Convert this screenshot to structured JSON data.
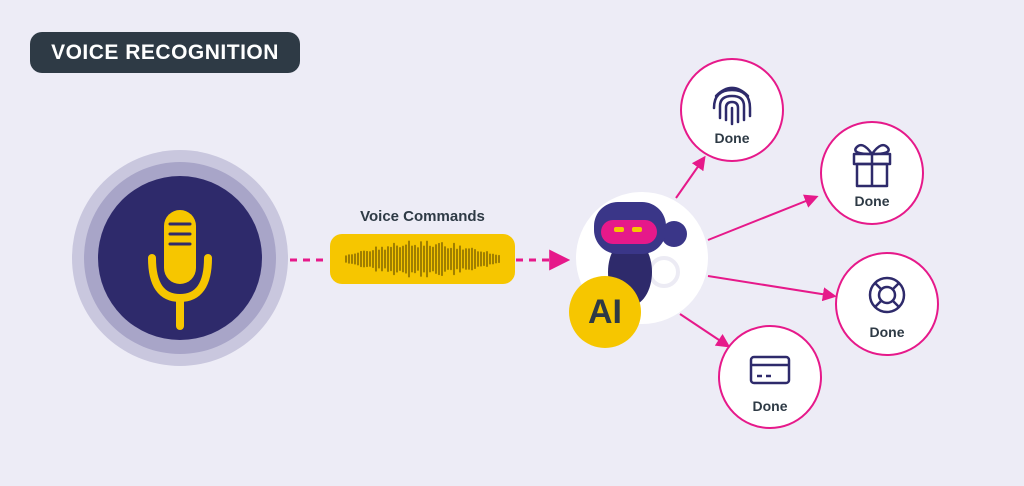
{
  "header": {
    "title": "VOICE RECOGNITION"
  },
  "flow": {
    "input_icon": "microphone-icon",
    "wave_label": "Voice Commands",
    "processor_icon": "robot-icon",
    "processor_badge": "AI"
  },
  "outputs": [
    {
      "icon": "fingerprint-icon",
      "label": "Done"
    },
    {
      "icon": "gift-icon",
      "label": "Done"
    },
    {
      "icon": "lifebuoy-icon",
      "label": "Done"
    },
    {
      "icon": "credit-card-icon",
      "label": "Done"
    }
  ],
  "colors": {
    "background": "#edecf6",
    "accent": "#e6198a",
    "dark": "#2e3a45",
    "navy": "#2e2a6b",
    "yellow": "#f6c600"
  }
}
